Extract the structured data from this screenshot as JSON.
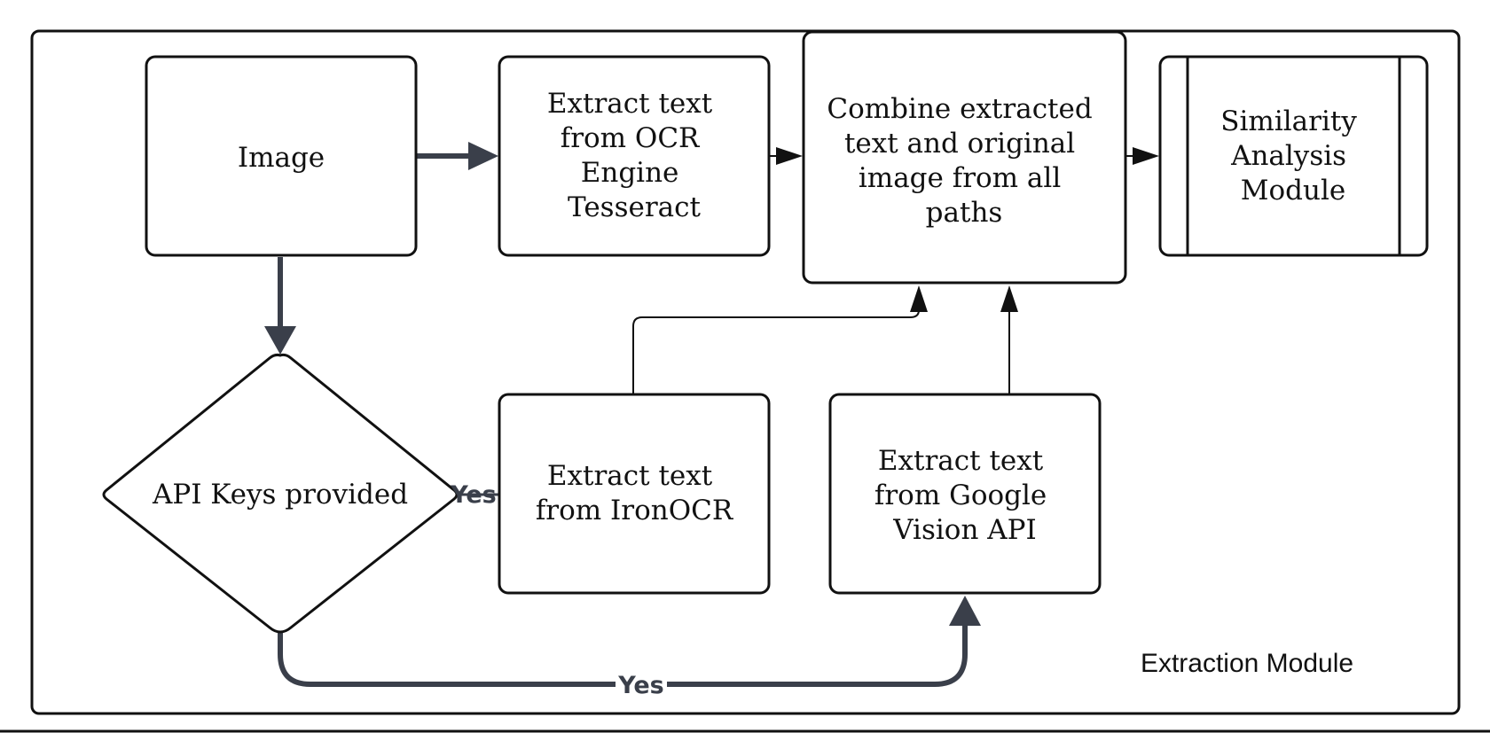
{
  "nodes": {
    "image": {
      "lines": [
        "Image"
      ]
    },
    "tesseract": {
      "lines": [
        "Extract text",
        "from OCR",
        "Engine",
        "Tesseract"
      ]
    },
    "combine": {
      "lines": [
        "Combine extracted",
        "text and original",
        "image from all",
        "paths"
      ]
    },
    "similarity": {
      "lines": [
        "Similarity",
        "Analysis",
        "Module"
      ]
    },
    "decision": {
      "lines": [
        "API Keys provided"
      ]
    },
    "ironocr": {
      "lines": [
        "Extract text",
        "from  IronOCR"
      ]
    },
    "google": {
      "lines": [
        "Extract text",
        "from Google",
        "Vision API"
      ]
    }
  },
  "edges": {
    "decision_to_ironocr": "Yes",
    "decision_to_google": "Yes"
  },
  "module_label": "Extraction Module",
  "colors": {
    "stroke": "#111111",
    "thick_arrow": "#3a3f4a",
    "background": "#ffffff"
  }
}
